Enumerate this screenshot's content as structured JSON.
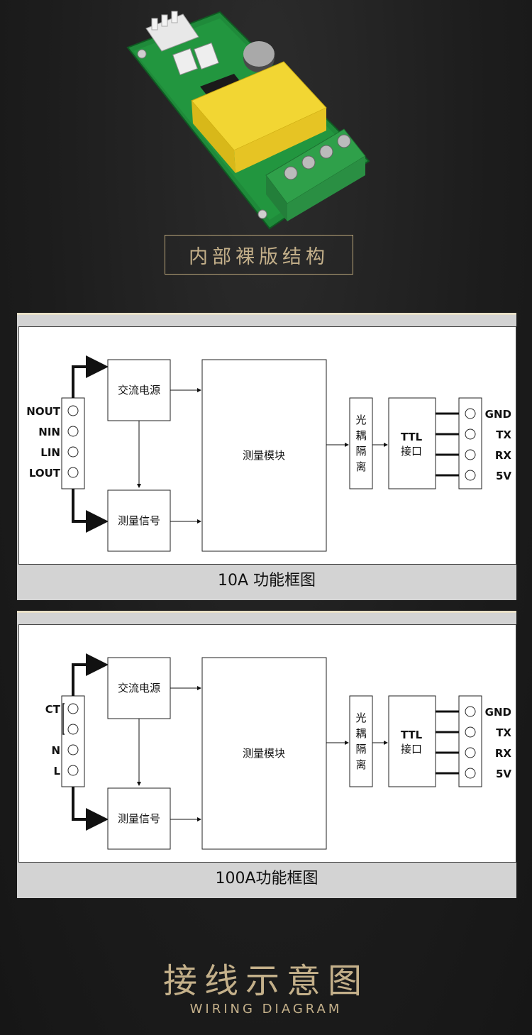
{
  "photo_title": "内部裸版结构",
  "diagrams": [
    {
      "caption": "10A 功能框图",
      "terminals": [
        "NOUT",
        "NIN",
        "LIN",
        "LOUT"
      ],
      "ac_power": "交流电源",
      "measure_signal": "测量信号",
      "measure_module": "测量模块",
      "optocoupler": "光耦隔离",
      "ttl_line1": "TTL",
      "ttl_line2": "接口",
      "pins": [
        "GND",
        "TX",
        "RX",
        "5V"
      ]
    },
    {
      "caption": "100A功能框图",
      "terminals": [
        "CT",
        "",
        "N",
        "L"
      ],
      "ac_power": "交流电源",
      "measure_signal": "测量信号",
      "measure_module": "测量模块",
      "optocoupler": "光耦隔离",
      "ttl_line1": "TTL",
      "ttl_line2": "接口",
      "pins": [
        "GND",
        "TX",
        "RX",
        "5V"
      ]
    }
  ],
  "section_title": "接线示意图",
  "section_subtitle": "WIRING DIAGRAM"
}
